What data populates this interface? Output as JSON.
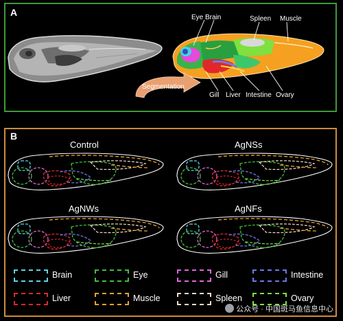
{
  "panel_a": {
    "letter": "A",
    "arrow_label": "Segmentation",
    "labels": {
      "eye_brain": "Eye Brain",
      "spleen": "Spleen",
      "muscle": "Muscle",
      "gill": "Gill",
      "liver": "Liver",
      "intestine": "Intestine",
      "ovary": "Ovary"
    }
  },
  "panel_b": {
    "letter": "B",
    "conditions": {
      "control": "Control",
      "agnss": "AgNSs",
      "agnws": "AgNWs",
      "agnfs": "AgNFs"
    },
    "legend": [
      {
        "label": "Brain",
        "color": "#5fd3e6"
      },
      {
        "label": "Eye",
        "color": "#3fbf3f"
      },
      {
        "label": "Gill",
        "color": "#e066d9"
      },
      {
        "label": "Intestine",
        "color": "#6f78e8"
      },
      {
        "label": "Liver",
        "color": "#e0282a"
      },
      {
        "label": "Muscle",
        "color": "#f0a030"
      },
      {
        "label": "Spleen",
        "color": "#f2dcc8"
      },
      {
        "label": "Ovary",
        "color": "#7fe040"
      }
    ]
  },
  "watermark": {
    "text": "公众号 · 中国斑马鱼信息中心"
  }
}
